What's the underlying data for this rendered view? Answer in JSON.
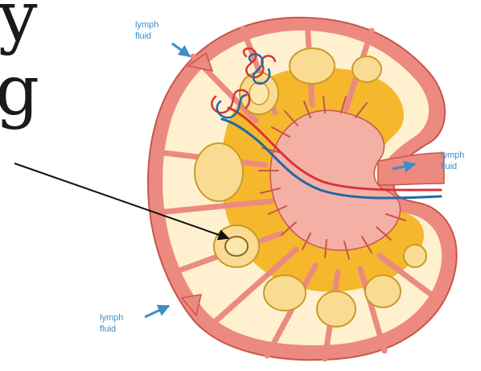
{
  "fragment": {
    "glyph_top": "y",
    "glyph_mid": "g"
  },
  "labels": {
    "top": [
      "lymph",
      "fluid"
    ],
    "right": [
      "lymph",
      "fluid"
    ],
    "bottom": [
      "lymph",
      "fluid"
    ]
  },
  "colors": {
    "capsule": "#ec8a80",
    "capsule_stroke": "#c8554c",
    "cortex": "#fff1cf",
    "paracortex": "#f5b82c",
    "follicle": "#f9dc92",
    "follicle_stroke": "#c99a2a",
    "medulla": "#f4b0a4",
    "artery": "#d9323a",
    "vein": "#2168a8",
    "label_text": "#3b8fc9",
    "pointer": "#111111"
  }
}
